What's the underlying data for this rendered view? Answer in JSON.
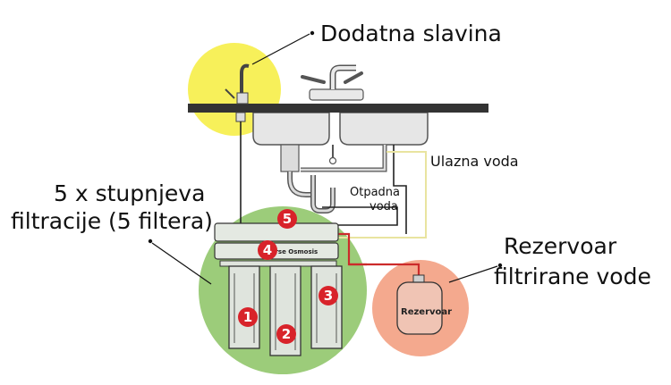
{
  "labels": {
    "extra_faucet": "Dodatna slavina",
    "inlet_water": "Ulazna voda",
    "waste_water_line1": "Otpadna",
    "waste_water_line2": "voda",
    "stages_line1": "5 x stupnjeva",
    "stages_line2": "filtracije (5 filtera)",
    "tank_line1": "Rezervoar",
    "tank_line2": "filtrirane vode",
    "tank_body": "Rezervoar",
    "brand": "Reverse Osmosis"
  },
  "filters": [
    {
      "number": "1"
    },
    {
      "number": "2"
    },
    {
      "number": "3"
    },
    {
      "number": "4"
    },
    {
      "number": "5"
    }
  ],
  "colors": {
    "highlight_yellow": "#f7f05a",
    "highlight_green": "#9ccc7a",
    "highlight_salmon": "#f4a98e",
    "badge_red": "#d8232a",
    "pipe_red": "#cc2b2b",
    "pipe_yellow": "#e9e4a0",
    "counter_dark": "#333333"
  }
}
